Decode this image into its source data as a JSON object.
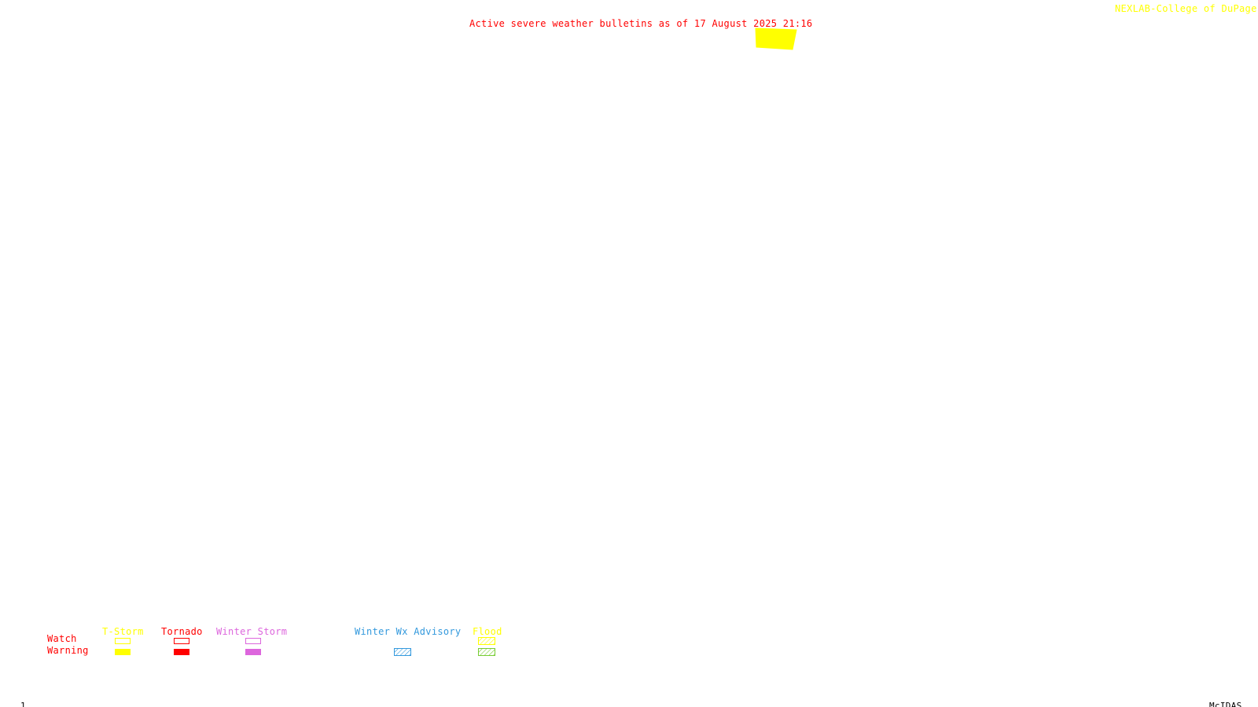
{
  "header": {
    "title": "Active severe weather bulletins as of 17 August 2025 21:16",
    "credit": "NEXLAB-College of DuPage R"
  },
  "map": {
    "active_bulletins": [
      {
        "type": "T-Storm Warning",
        "color": "#ffff00"
      }
    ]
  },
  "legend": {
    "row_labels": {
      "watch": "Watch",
      "warning": "Warning"
    },
    "categories": [
      {
        "name": "T-Storm",
        "color": "#ffff00",
        "watch_style": "outline",
        "warning_style": "filled"
      },
      {
        "name": "Tornado",
        "color": "#ff0000",
        "watch_style": "outline",
        "warning_style": "filled"
      },
      {
        "name": "Winter Storm",
        "color": "#dd66dd",
        "watch_style": "outline",
        "warning_style": "filled"
      },
      {
        "name": "Winter Wx Advisory",
        "color": "#3399dd",
        "watch_style": "none",
        "warning_style": "hatched"
      },
      {
        "name": "Flood",
        "color": "#ffff00",
        "warning_color": "#77cc33",
        "watch_style": "hatched",
        "warning_style": "hatched"
      }
    ]
  },
  "footer": {
    "frame_number": "1",
    "software": "McIDAS"
  }
}
